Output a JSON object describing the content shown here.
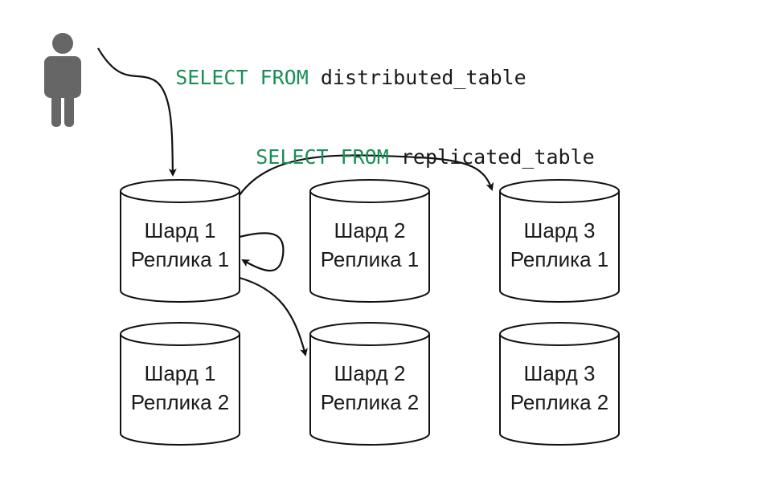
{
  "queries": {
    "distributed": {
      "keyword": "SELECT FROM",
      "table": "distributed_table"
    },
    "replicated": {
      "keyword": "SELECT FROM",
      "table": "replicated_table"
    }
  },
  "nodes": [
    {
      "id": "s1r1",
      "shard": "Шард 1",
      "replica": "Реплика 1"
    },
    {
      "id": "s2r1",
      "shard": "Шард 2",
      "replica": "Реплика 1"
    },
    {
      "id": "s3r1",
      "shard": "Шард 3",
      "replica": "Реплика 1"
    },
    {
      "id": "s1r2",
      "shard": "Шард 1",
      "replica": "Реплика 2"
    },
    {
      "id": "s2r2",
      "shard": "Шард 2",
      "replica": "Реплика 2"
    },
    {
      "id": "s3r2",
      "shard": "Шард 3",
      "replica": "Реплика 2"
    }
  ],
  "colors": {
    "keyword": "#1a8f55",
    "text": "#1a1a1a",
    "user_icon": "#666666",
    "stroke": "#111111"
  },
  "icons": {
    "user": "user-icon"
  }
}
